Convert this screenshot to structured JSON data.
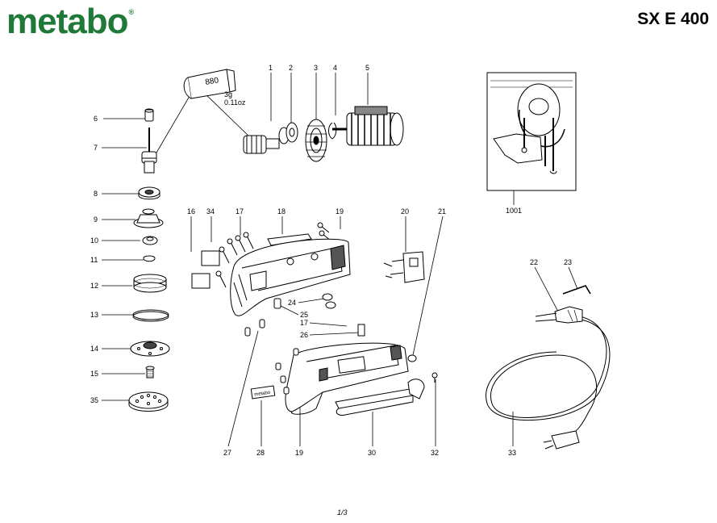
{
  "header": {
    "brand": "metabo",
    "brand_mark": "®",
    "model": "SX E 400"
  },
  "footer": {
    "page": "1/3"
  },
  "grease_tube": {
    "label": "880",
    "amount_g": "3g",
    "amount_oz": "0.11oz"
  },
  "callouts": [
    "1",
    "2",
    "3",
    "4",
    "5",
    "6",
    "7",
    "8",
    "9",
    "10",
    "11",
    "12",
    "13",
    "14",
    "15",
    "35",
    "16",
    "34",
    "17",
    "18",
    "19",
    "20",
    "21",
    "24",
    "25",
    "17",
    "26",
    "27",
    "28",
    "19",
    "30",
    "32",
    "22",
    "23",
    "33",
    "1001"
  ],
  "decal_text": "metabo",
  "colors": {
    "brand_green": "#1f7a3a",
    "line": "#000000"
  }
}
